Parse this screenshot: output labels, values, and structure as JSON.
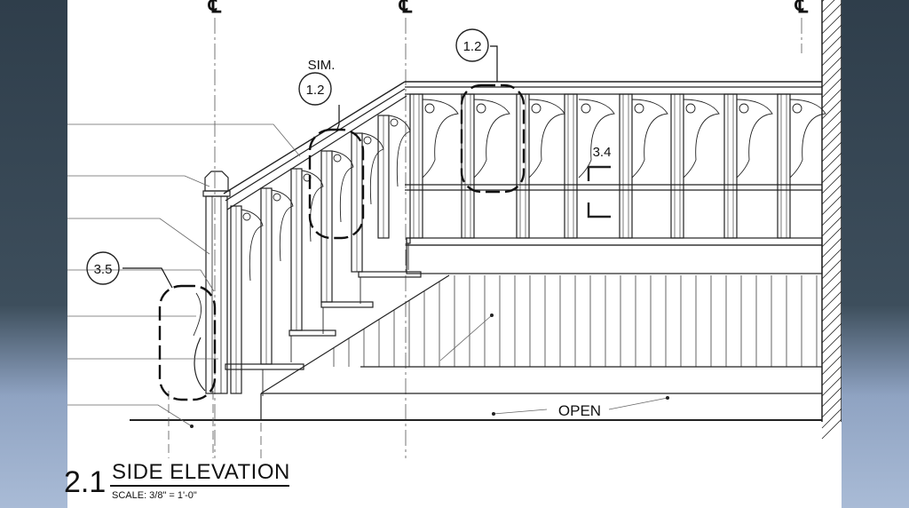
{
  "title": {
    "number": "2.1",
    "name": "SIDE ELEVATION",
    "scale": "SCALE: 3/8\" = 1'-0\""
  },
  "callouts": [
    {
      "id": "1.2",
      "note": "SIM."
    },
    {
      "id": "1.2",
      "note": ""
    },
    {
      "id": "3.5",
      "note": ""
    }
  ],
  "section_mark": "3.4",
  "open_label": "OPEN",
  "centerline_symbol": "℄"
}
